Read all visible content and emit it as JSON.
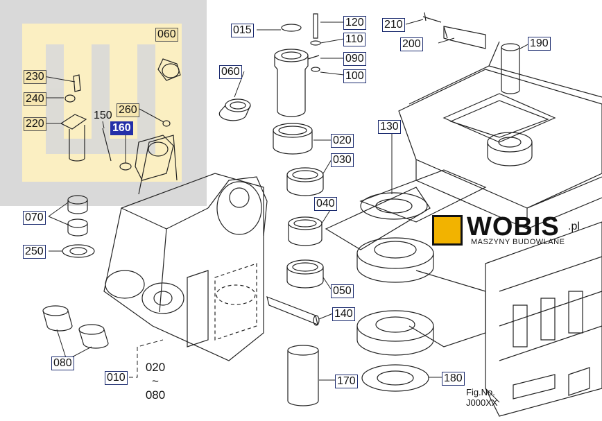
{
  "labels": {
    "l015": "015",
    "l120": "120",
    "l110": "110",
    "l090": "090",
    "l100": "100",
    "l210": "210",
    "l200": "200",
    "l190": "190",
    "l060a": "060",
    "l060b": "060",
    "l230": "230",
    "l240": "240",
    "l220": "220",
    "l150": "150",
    "l160": "160",
    "l260": "260",
    "l020": "020",
    "l030": "030",
    "l040": "040",
    "l050": "050",
    "l130": "130",
    "l070": "070",
    "l250": "250",
    "l140": "140",
    "l080": "080",
    "l010": "010",
    "l170": "170",
    "l180": "180"
  },
  "range_note": {
    "from": "020",
    "tilde": "~",
    "to": "080"
  },
  "logo": {
    "word": "WOBIS",
    "suffix": ".pl",
    "tagline": "MASZYNY BUDOWLANE"
  },
  "figure": {
    "line1": "Fig.No.",
    "line2": "J000XX"
  },
  "colors": {
    "overlay_gray": "#d9d9d9",
    "inset_yellow": "#fbefc2",
    "highlight": "#2530a8",
    "logo_yellow": "#f2b300"
  }
}
